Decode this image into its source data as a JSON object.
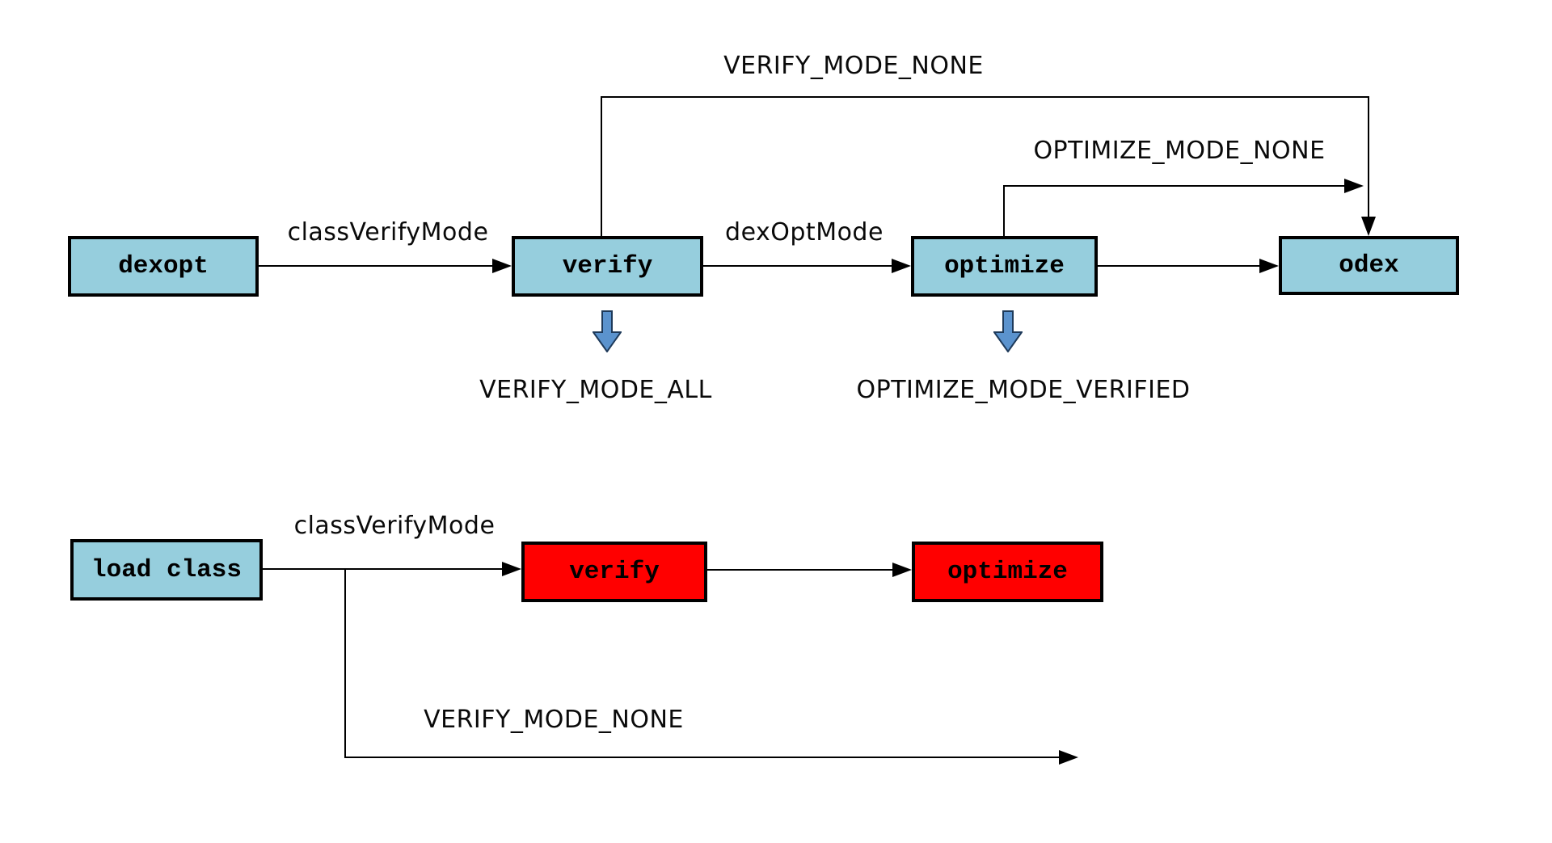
{
  "colors": {
    "background": "#ffffff",
    "box_blue": "#96CEDD",
    "box_red": "#FF0000",
    "line": "#000000",
    "fat_arrow_fill": "#5B93CE",
    "fat_arrow_border": "#1E3A5A"
  },
  "flow_dexopt": {
    "dexopt_box": "dexopt",
    "verify_box": "verify",
    "optimize_box": "optimize",
    "odex_box": "odex",
    "class_verify_mode_label": "classVerifyMode",
    "dex_opt_mode_label": "dexOptMode",
    "verify_mode_none_label": "VERIFY_MODE_NONE",
    "optimize_mode_none_label": "OPTIMIZE_MODE_NONE",
    "verify_mode_all_label": "VERIFY_MODE_ALL",
    "optimize_mode_verified_label": "OPTIMIZE_MODE_VERIFIED"
  },
  "flow_load_class": {
    "load_class_box": "load class",
    "verify_box": "verify",
    "optimize_box": "optimize",
    "class_verify_mode_label": "classVerifyMode",
    "verify_mode_none_label": "VERIFY_MODE_NONE"
  }
}
